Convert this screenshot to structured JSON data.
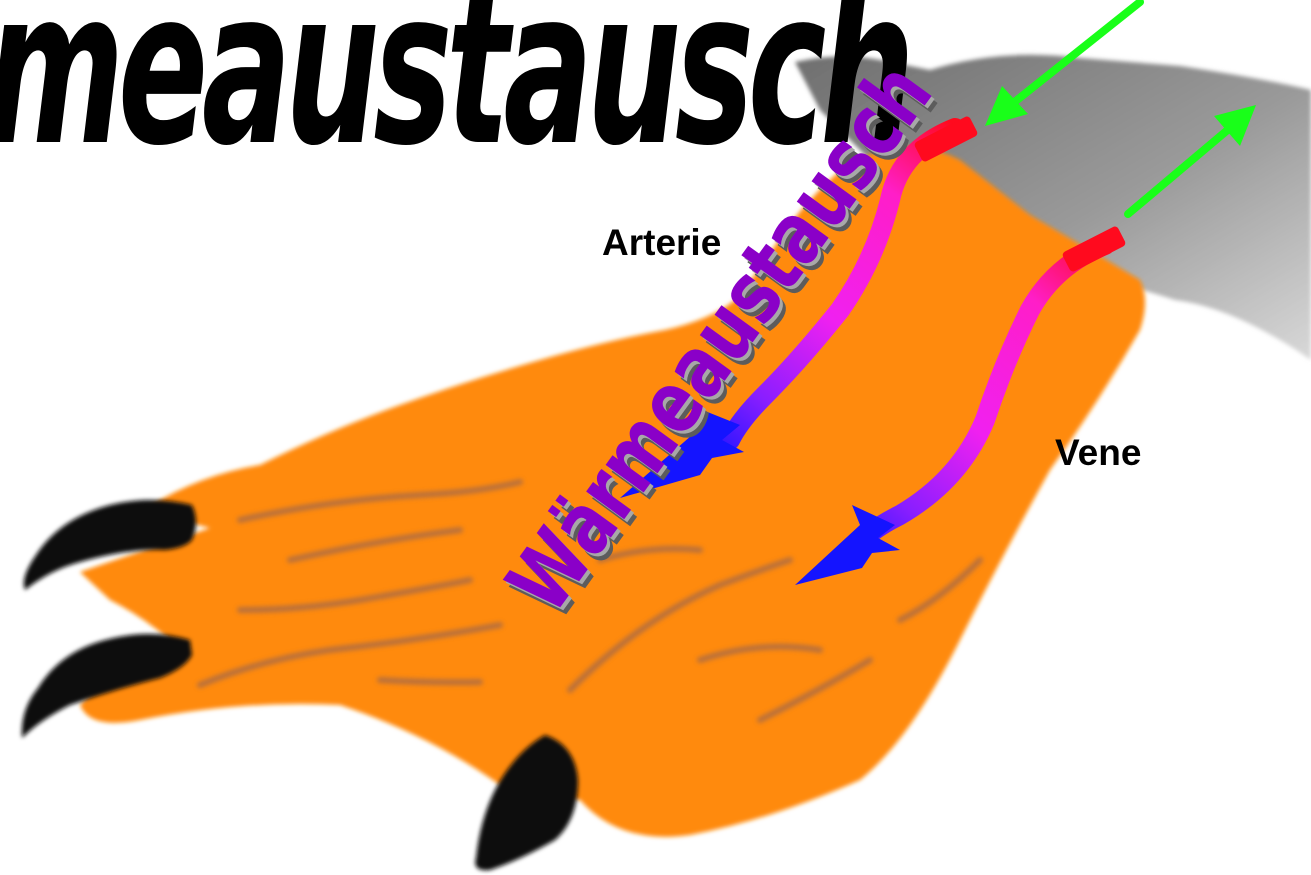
{
  "title": {
    "text": "meaustausch"
  },
  "labels": {
    "artery": "Arterie",
    "vein": "Vene"
  },
  "exchange_label": "Wärmeaustausch",
  "colors": {
    "skin": "#ff8a0a",
    "feather": "#8f8f8f",
    "claw": "#111111",
    "artery_warm": "#ff0a1e",
    "artery_mid": "#ff26e0",
    "artery_cold": "#1414ff",
    "exchange_text": "#8a00c8",
    "flow_arrow": "#19ff19"
  },
  "icons": {
    "flow_in": "arrow-down-left-icon",
    "flow_out": "arrow-up-right-icon",
    "artery_tip": "arrowhead-icon",
    "vein_tip": "arrowhead-icon"
  }
}
